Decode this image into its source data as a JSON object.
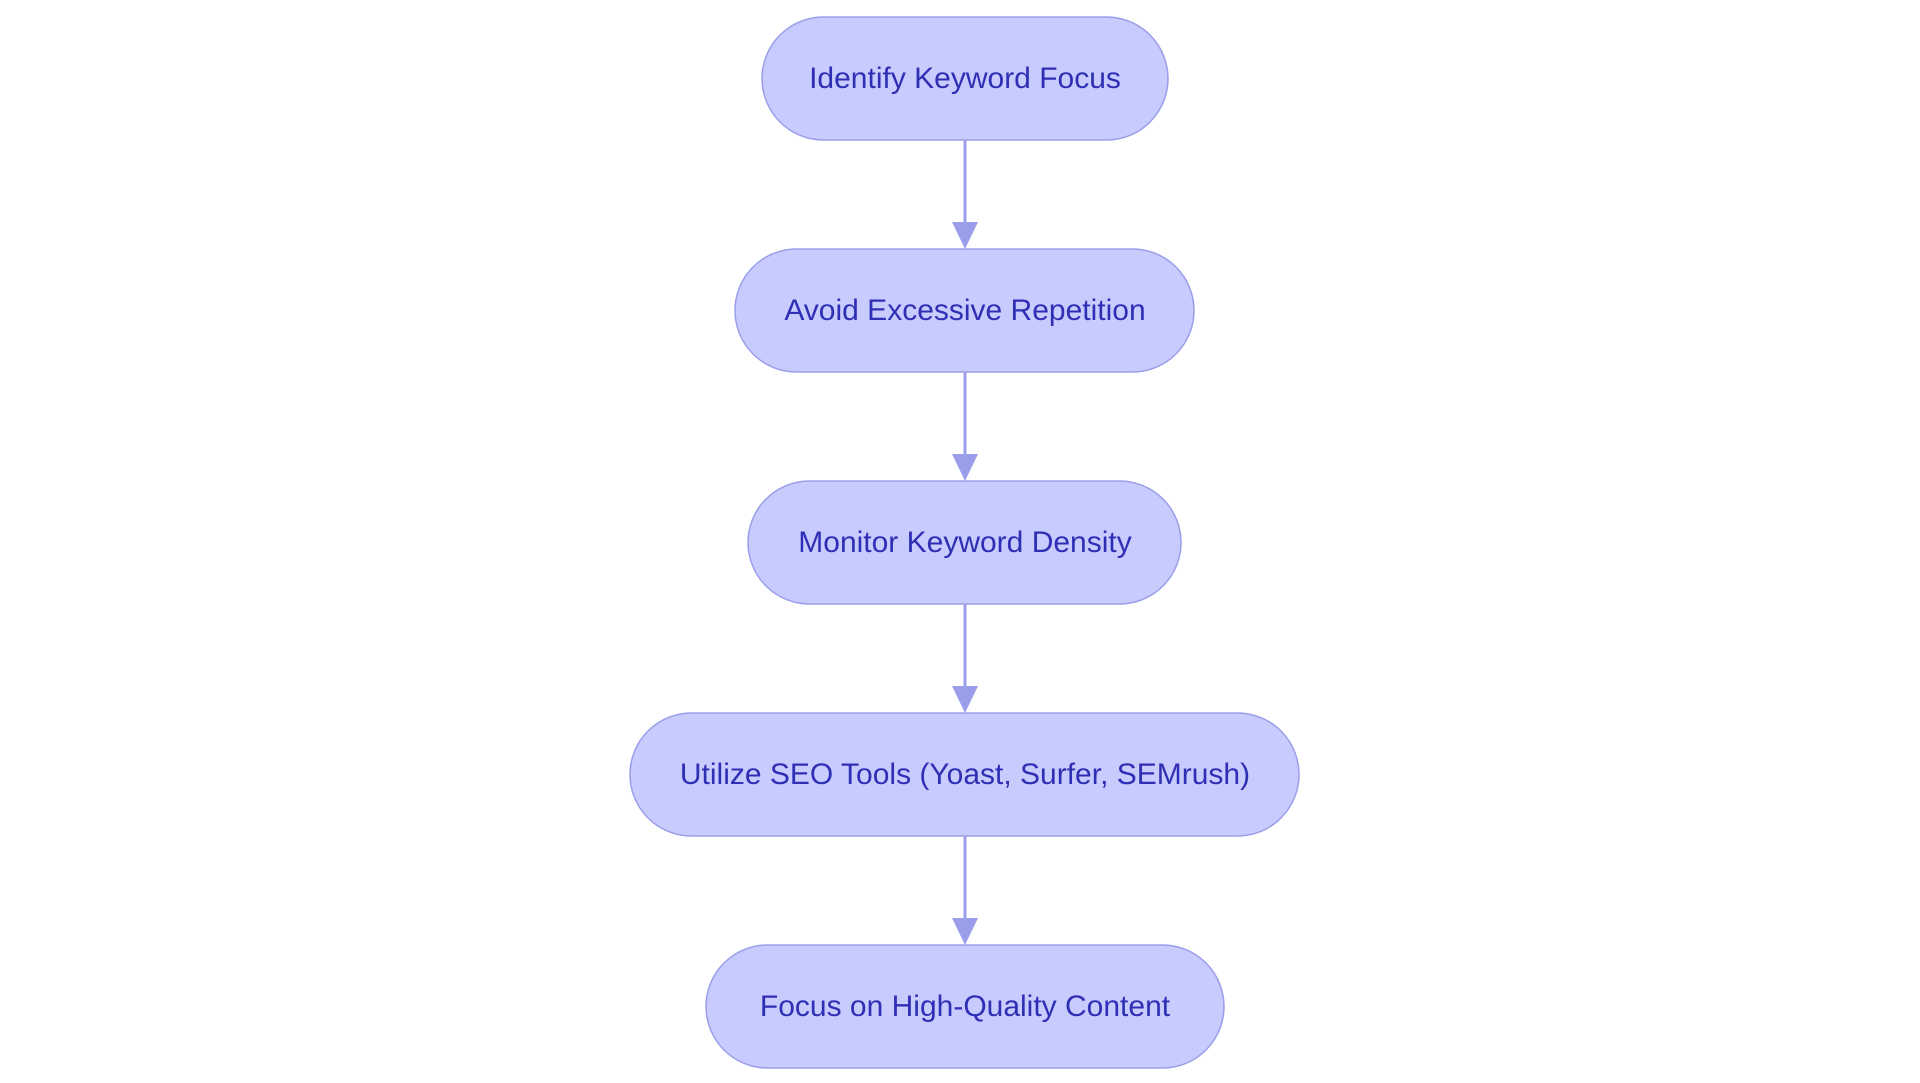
{
  "colors": {
    "background": "#ffffff",
    "node_fill": "#c8cbfd",
    "node_stroke": "#9a9eea",
    "node_text": "#2f2fb5",
    "edge": "#9a9eea"
  },
  "nodes": [
    {
      "id": "identify",
      "label": "Identify Keyword Focus"
    },
    {
      "id": "avoid",
      "label": "Avoid Excessive Repetition"
    },
    {
      "id": "monitor",
      "label": "Monitor Keyword Density"
    },
    {
      "id": "utilize",
      "label": "Utilize SEO Tools (Yoast, Surfer, SEMrush)"
    },
    {
      "id": "focus",
      "label": "Focus on High-Quality Content"
    }
  ],
  "edges": [
    {
      "from": "identify",
      "to": "avoid"
    },
    {
      "from": "avoid",
      "to": "monitor"
    },
    {
      "from": "monitor",
      "to": "utilize"
    },
    {
      "from": "utilize",
      "to": "focus"
    }
  ]
}
